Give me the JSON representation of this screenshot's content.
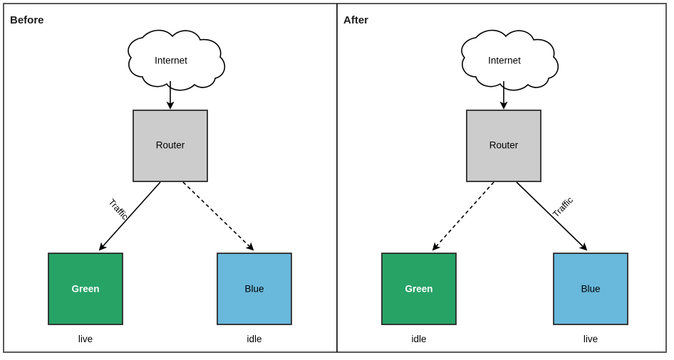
{
  "figure": {
    "panels": [
      {
        "id": "before",
        "title": "Before",
        "cloud_label": "Internet",
        "router_label": "Router",
        "green_label": "Green",
        "blue_label": "Blue",
        "green_status": "live",
        "blue_status": "idle",
        "traffic_label": "Traffic",
        "traffic_target": "green",
        "idle_edge_target": "blue"
      },
      {
        "id": "after",
        "title": "After",
        "cloud_label": "Internet",
        "router_label": "Router",
        "green_label": "Green",
        "blue_label": "Blue",
        "green_status": "idle",
        "blue_status": "live",
        "traffic_label": "Traffic",
        "traffic_target": "blue",
        "idle_edge_target": "green"
      }
    ],
    "colors": {
      "green_fill": "#27a366",
      "green_text": "#ffffff",
      "blue_fill": "#69b9dc",
      "blue_text": "#000000",
      "router_fill": "#cccccc",
      "router_text": "#000000",
      "cloud_fill": "#ffffff",
      "shape_stroke": "#2b2b2b",
      "frame_stroke": "#595959",
      "background": "#ffffff"
    }
  }
}
